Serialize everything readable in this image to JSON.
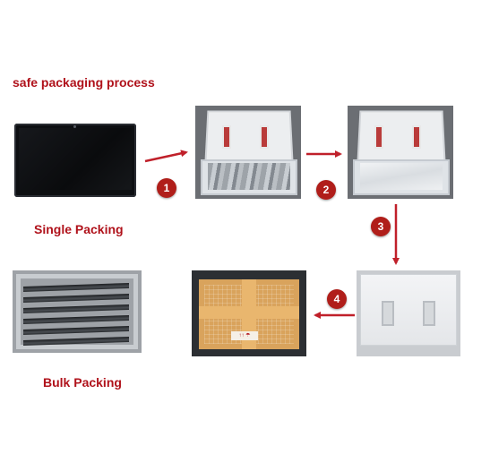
{
  "title": "safe packaging process",
  "captions": {
    "single": "Single Packing",
    "bulk": "Bulk Packing"
  },
  "steps": [
    "1",
    "2",
    "3",
    "4"
  ],
  "carton_label": "↑↑ ☂",
  "colors": {
    "accent": "#b0121b",
    "arrow": "#c0202a",
    "badge": "#b01e1a"
  }
}
